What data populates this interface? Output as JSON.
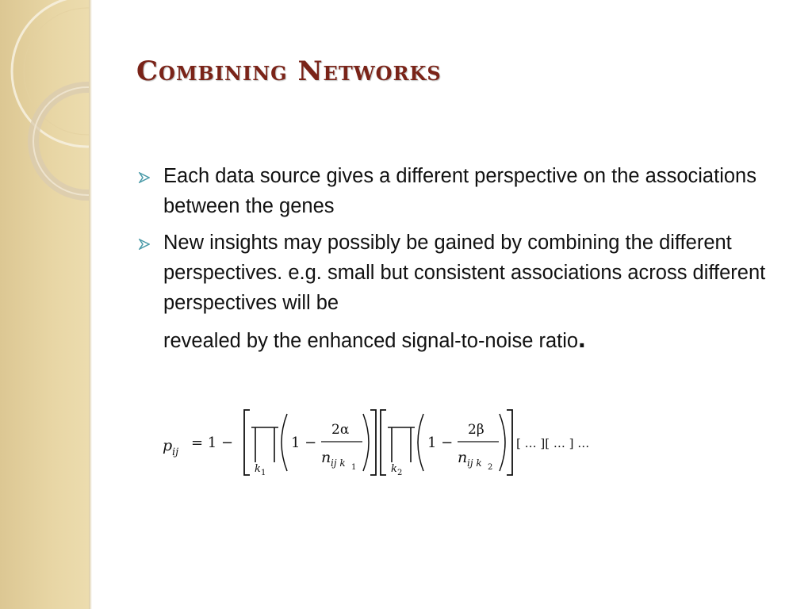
{
  "slide": {
    "title": "Combining Networks",
    "bullets": [
      {
        "text": "Each data source gives a different perspective on the associations between the genes"
      },
      {
        "text_main": "New insights may possibly be gained by combining the different perspectives. e.g. small but consistent associations across different perspectives will be",
        "text_last": "revealed by the enhanced signal-to-noise ratio",
        "end_mark": "."
      }
    ],
    "formula": {
      "lhs_symbol": "p",
      "lhs_sub": "ij",
      "eq": "= 1 −",
      "one_minus": "1 −",
      "num1": "2α",
      "den1_symbol": "n",
      "den1_sub": "ij k",
      "den1_subsub": "1",
      "prod1_sub": "k",
      "prod1_subsub": "1",
      "num2": "2β",
      "den2_symbol": "n",
      "den2_sub": "ij k",
      "den2_subsub": "2",
      "prod2_sub": "k",
      "prod2_subsub": "2",
      "tail": "[ … ][ … ] …"
    }
  },
  "colors": {
    "title": "#7a2318",
    "bullet_arrow": "#4a9aa8",
    "sidebar": "#e8d6a5"
  }
}
